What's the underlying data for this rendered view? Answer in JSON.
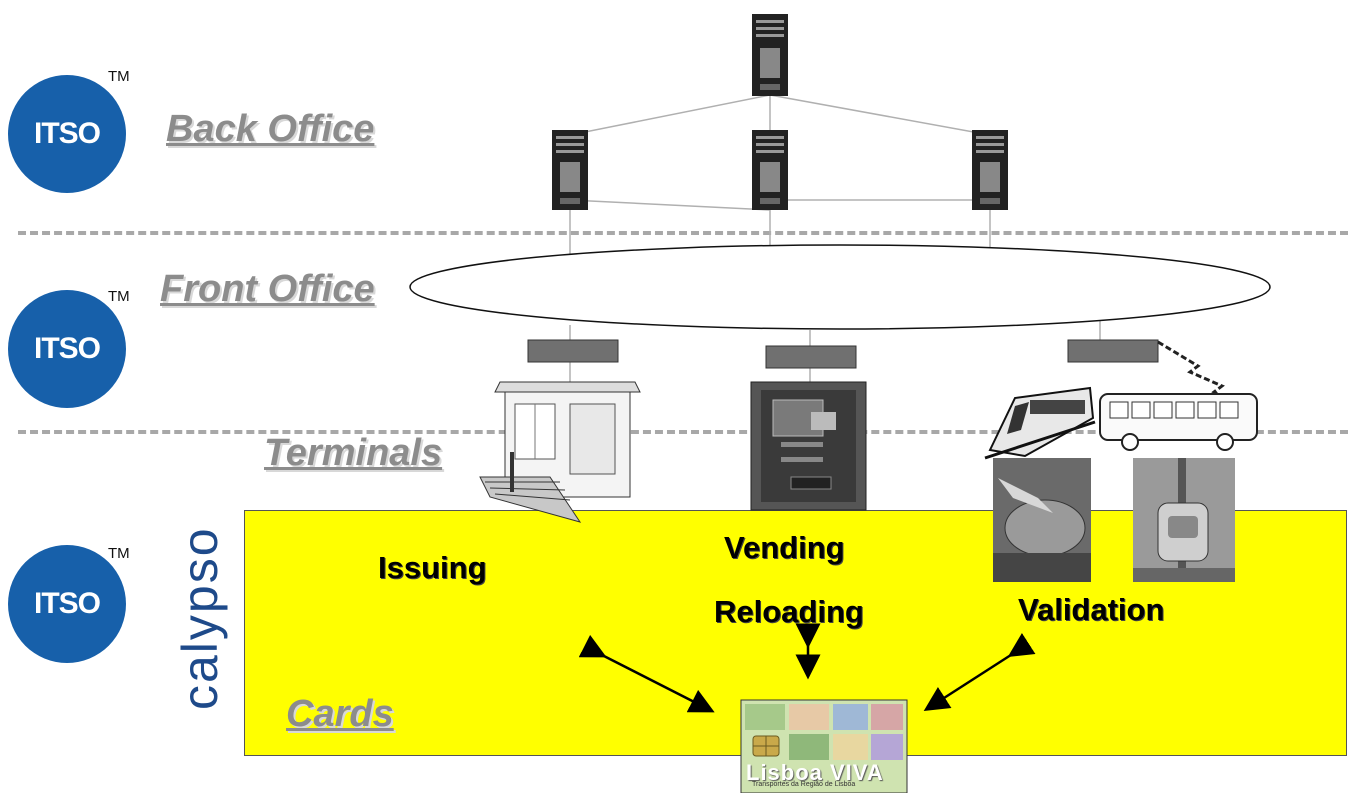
{
  "logos": {
    "itso_text": "ITSO",
    "tm": "TM",
    "calypso_text": "calypso"
  },
  "layers": {
    "back_office": "Back Office",
    "front_office": "Front Office",
    "terminals": "Terminals",
    "cards": "Cards"
  },
  "functions": {
    "issuing": "Issuing",
    "vending": "Vending",
    "reloading": "Reloading",
    "validation": "Validation"
  },
  "card": {
    "brand_text": "Lisboa VIVA",
    "issuer_text": "Transportes da Região de Lisboa"
  },
  "colors": {
    "itso_blue": "#1760aa",
    "cards_area": "#ffff00",
    "layer_label": "#8c8c8c",
    "calypso_blue": "#1e4a8a"
  }
}
